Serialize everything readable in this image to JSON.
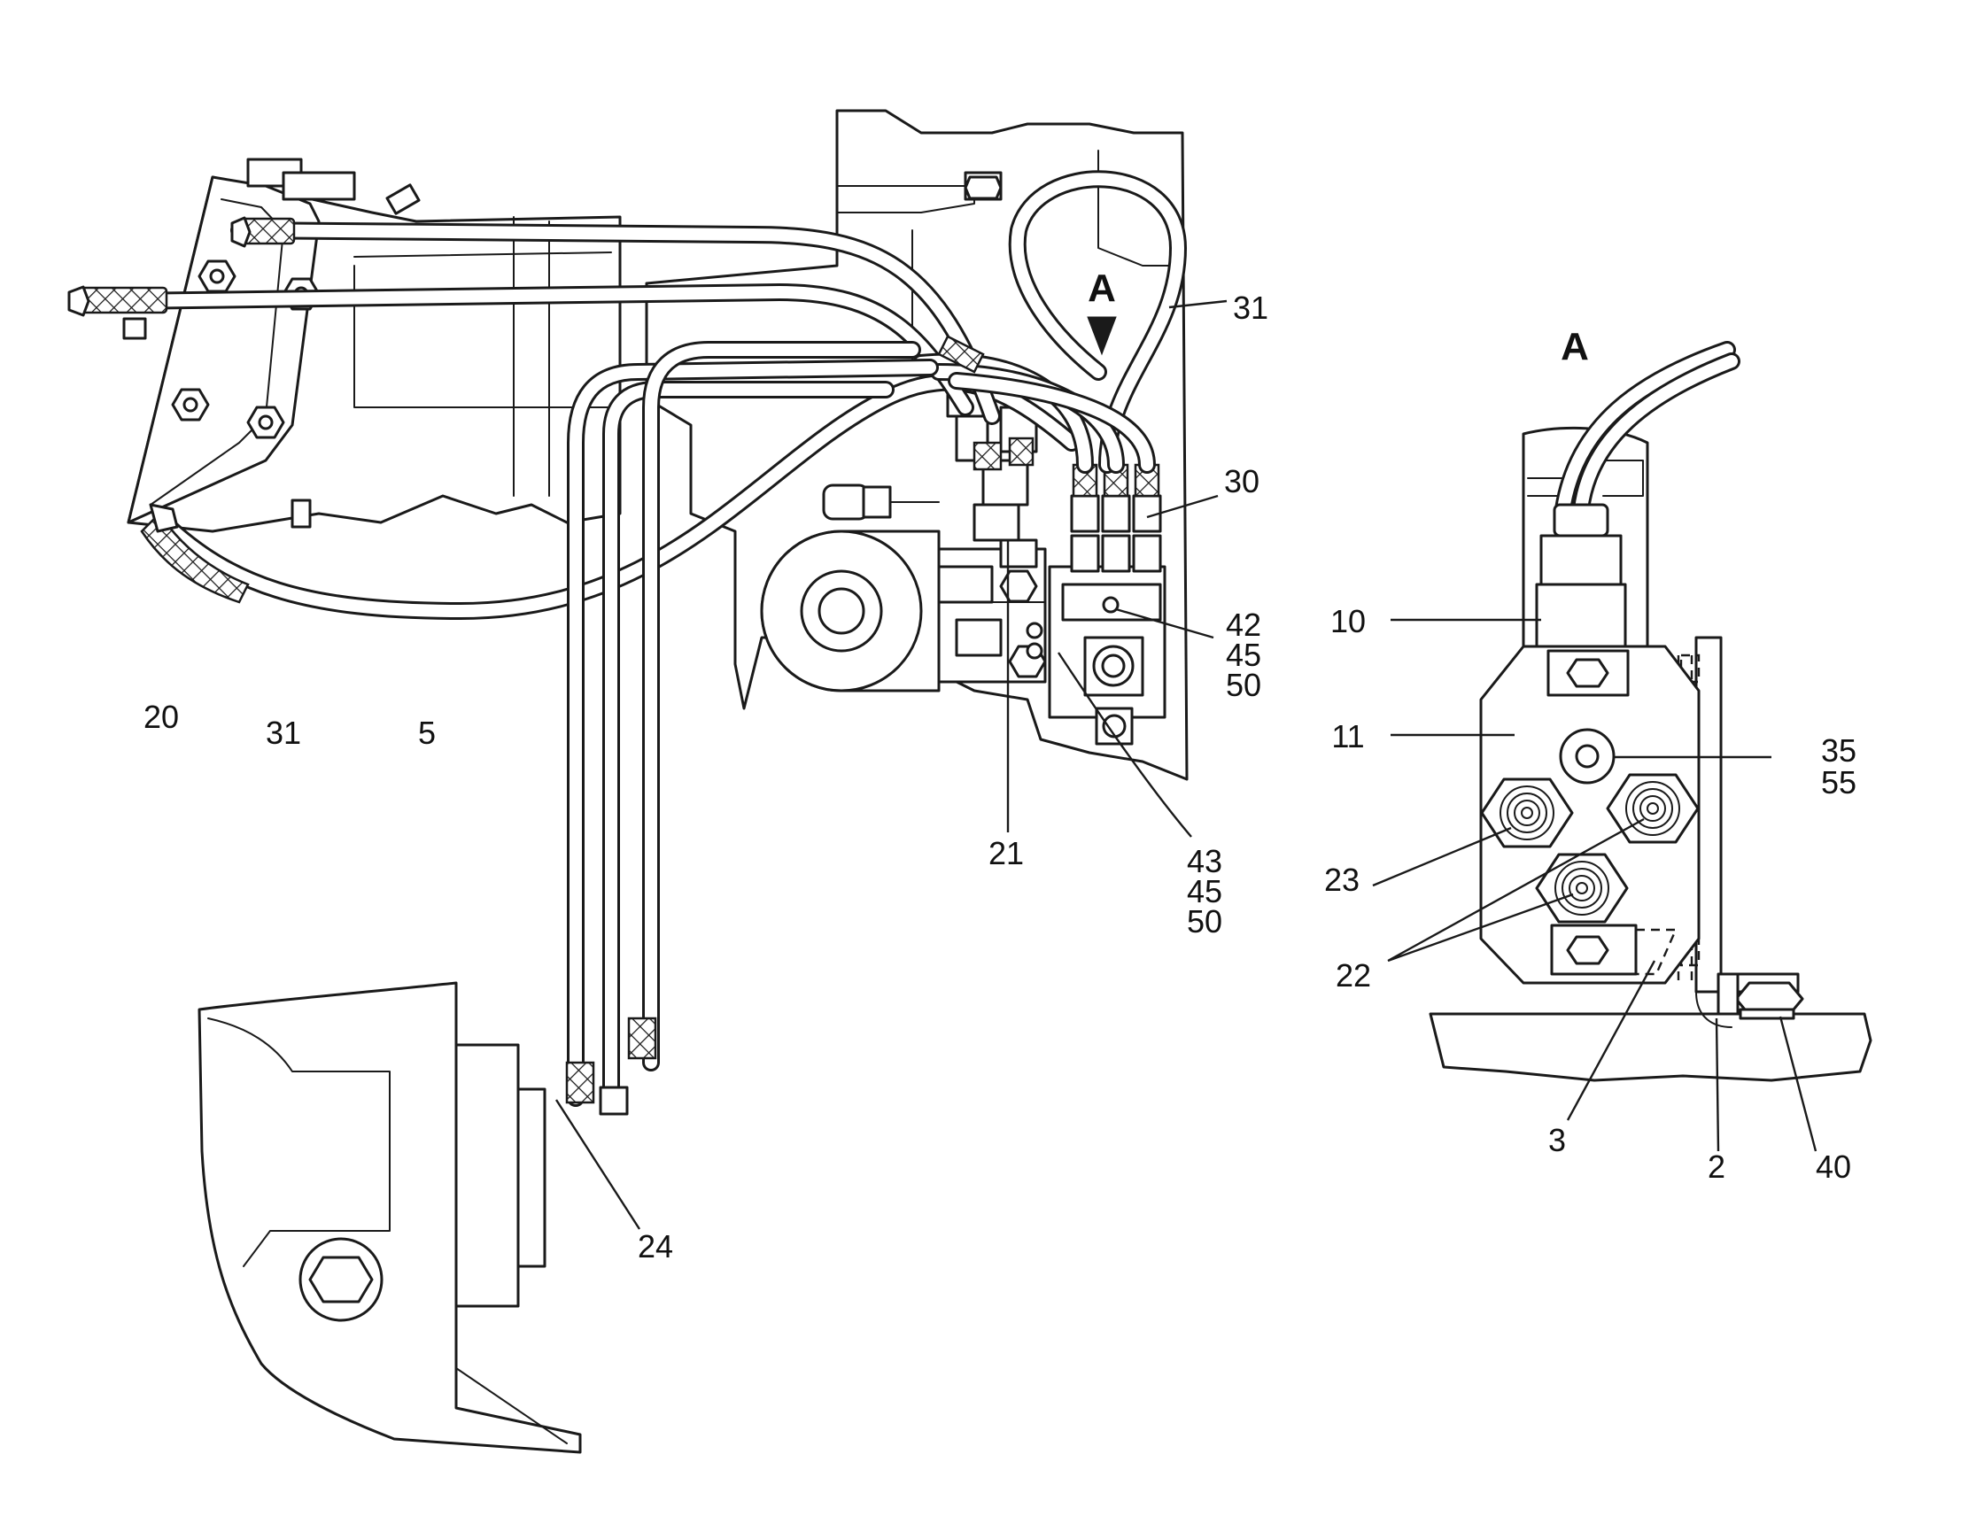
{
  "view_marker": "A",
  "detail_title": "A",
  "callouts": {
    "c20": "20",
    "c31_bottom": "31",
    "c5": "5",
    "c31_top": "31",
    "c30": "30",
    "c42_45_50": [
      "42",
      "45",
      "50"
    ],
    "c43_45_50": [
      "43",
      "45",
      "50"
    ],
    "c21": "21",
    "c24": "24",
    "c10": "10",
    "c11": "11",
    "c35_55": [
      "35",
      "55"
    ],
    "c23": "23",
    "c22": "22",
    "c3": "3",
    "c2": "2",
    "c40": "40"
  },
  "colors": {
    "ink": "#1a1a1a",
    "paper": "#ffffff"
  }
}
